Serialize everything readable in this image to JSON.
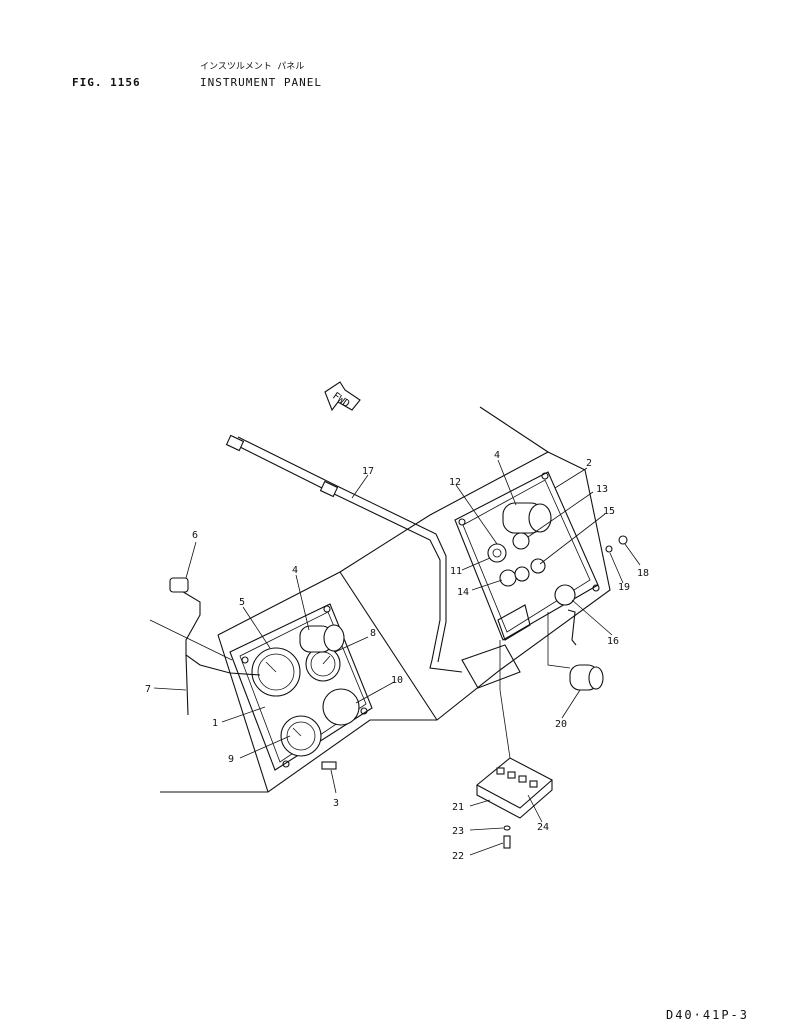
{
  "header": {
    "fig_label": "FIG. 1156",
    "title_jp": "インスツルメント パネル",
    "title_en": "INSTRUMENT PANEL"
  },
  "fwd_label": "FWD",
  "footer": {
    "page_code": "D40·41P-3"
  },
  "callouts": [
    "1",
    "2",
    "3",
    "4",
    "4",
    "5",
    "6",
    "7",
    "8",
    "9",
    "10",
    "11",
    "12",
    "13",
    "14",
    "15",
    "16",
    "17",
    "18",
    "19",
    "20",
    "21",
    "22",
    "23",
    "24"
  ]
}
